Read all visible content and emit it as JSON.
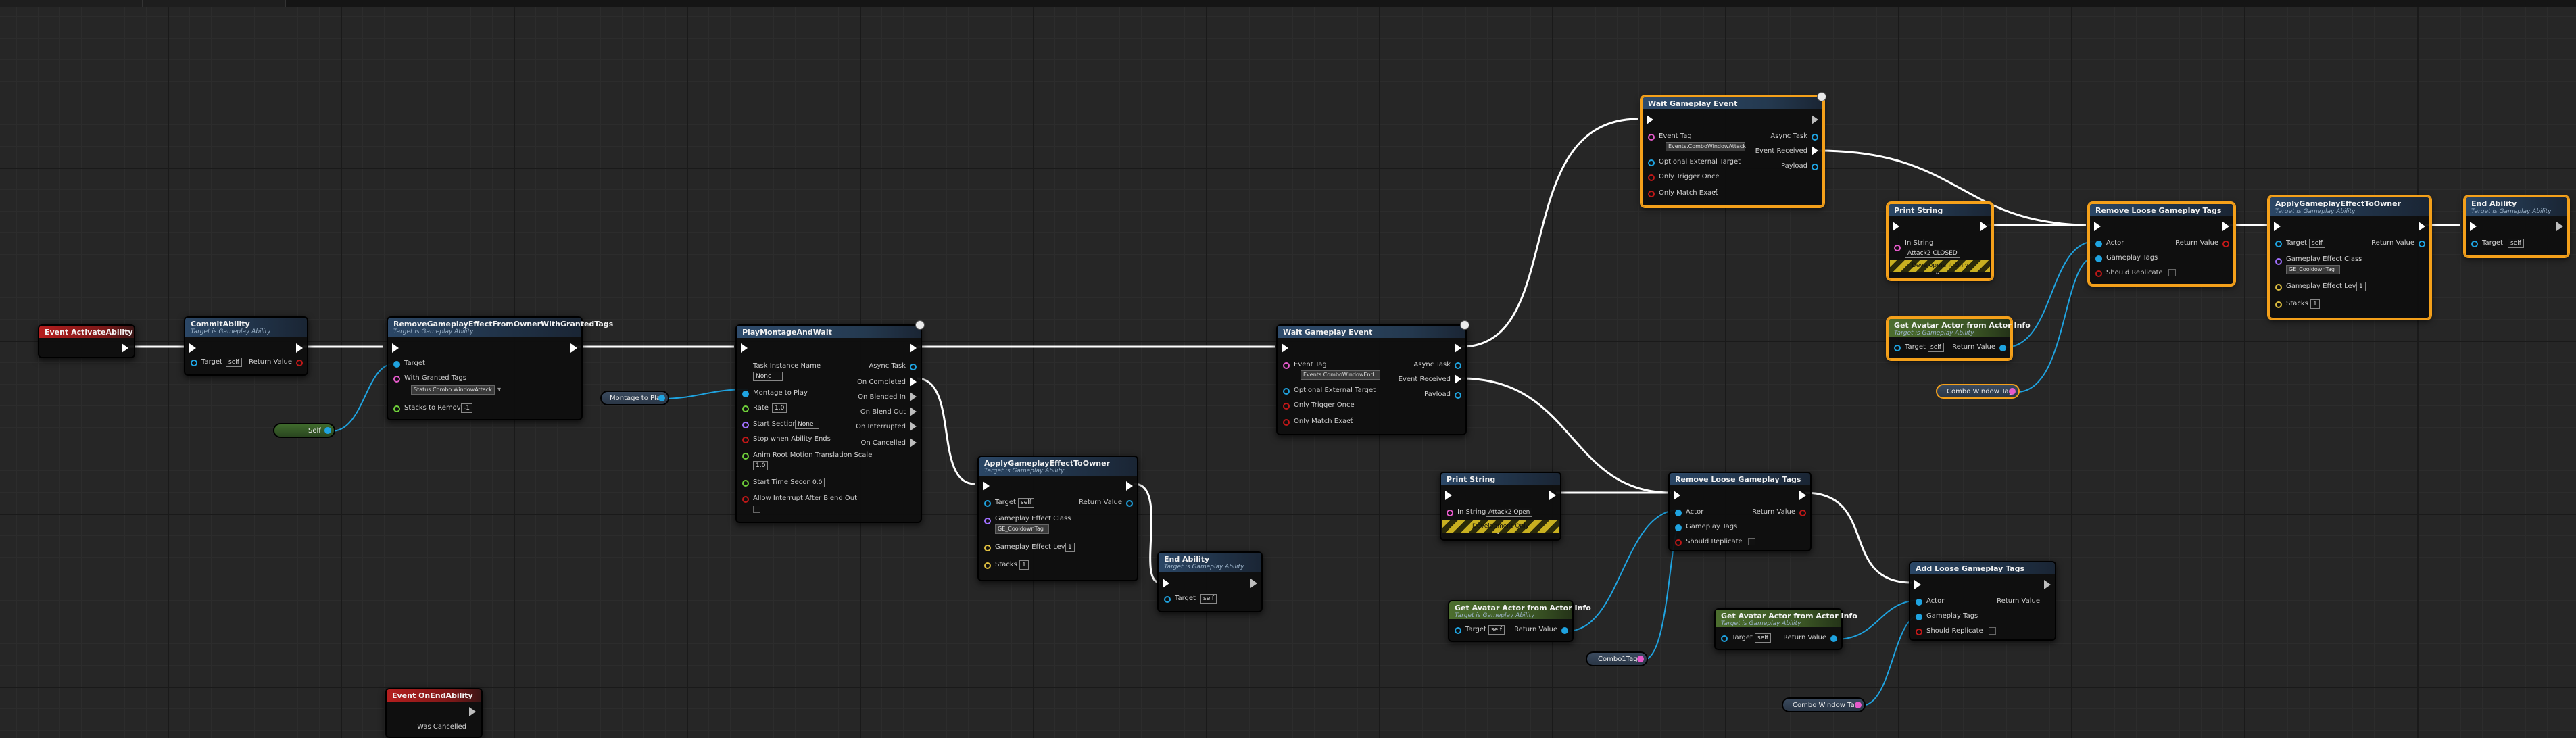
{
  "nodes": {
    "event_activate": {
      "title": "Event ActivateAbility"
    },
    "commit_ability": {
      "title": "CommitAbility",
      "subtitle": "Target is Gameplay Ability",
      "target_label": "Target",
      "target_value": "self",
      "return_label": "Return Value"
    },
    "self_var": {
      "label": "Self"
    },
    "remove_ge": {
      "title": "RemoveGameplayEffectFromOwnerWithGrantedTags",
      "subtitle": "Target is Gameplay Ability",
      "target_label": "Target",
      "with_granted_tags_label": "With Granted Tags",
      "with_granted_tags_value": "Status.Combo.WindowAttack",
      "stacks_label": "Stacks to Remove",
      "stacks_value": "-1"
    },
    "montage_var": {
      "label": "Montage to Play"
    },
    "play_montage": {
      "title": "PlayMontageAndWait",
      "task_instance_label": "Task Instance Name",
      "task_instance_value": "None",
      "async_task": "Async Task",
      "montage_label": "Montage to Play",
      "rate_label": "Rate",
      "rate_value": "1.0",
      "start_section_label": "Start Section",
      "start_section_value": "None",
      "stop_label": "Stop when Ability Ends",
      "anim_root_label": "Anim Root Motion Translation Scale",
      "anim_root_value": "1.0",
      "start_time_label": "Start Time Seconds",
      "start_time_value": "0.0",
      "allow_interrupt_label": "Allow Interrupt After Blend Out",
      "on_completed": "On Completed",
      "on_blended_in": "On Blended In",
      "on_blend_out": "On Blend Out",
      "on_interrupted": "On Interrupted",
      "on_cancelled": "On Cancelled"
    },
    "apply_ge_1": {
      "title": "ApplyGameplayEffectToOwner",
      "subtitle": "Target is Gameplay Ability",
      "target_label": "Target",
      "target_value": "self",
      "ge_class_label": "Gameplay Effect Class",
      "ge_class_value": "GE_CooldownTag",
      "level_label": "Gameplay Effect Level",
      "level_value": "1",
      "stacks_label": "Stacks",
      "stacks_value": "1",
      "return_label": "Return Value"
    },
    "end_ability_1": {
      "title": "End Ability",
      "subtitle": "Target is Gameplay Ability",
      "target_label": "Target",
      "target_value": "self"
    },
    "event_on_end": {
      "title": "Event OnEndAbility",
      "was_cancelled": "Was Cancelled"
    },
    "wait_event_1": {
      "title": "Wait Gameplay Event",
      "event_tag_label": "Event Tag",
      "event_tag_value": "Events.ComboWindowAttack",
      "async_task": "Async Task",
      "optional_label": "Optional External Target",
      "trigger_once_label": "Only Trigger Once",
      "match_exact_label": "Only Match Exact",
      "event_received": "Event Received",
      "payload": "Payload"
    },
    "wait_event_2": {
      "title": "Wait Gameplay Event",
      "event_tag_label": "Event Tag",
      "event_tag_value": "Events.ComboWindowEnd",
      "async_task": "Async Task",
      "optional_label": "Optional External Target",
      "trigger_once_label": "Only Trigger Once",
      "match_exact_label": "Only Match Exact",
      "event_received": "Event Received",
      "payload": "Payload"
    },
    "print_1": {
      "title": "Print String",
      "in_string_label": "In String",
      "in_string_value": "Attack2 Open",
      "dev_only": "Development Only"
    },
    "print_2": {
      "title": "Print String",
      "in_string_label": "In String",
      "in_string_value": "Attack2 CLOSED",
      "dev_only": "Development Only"
    },
    "avatar_1": {
      "title": "Get Avatar Actor from Actor Info",
      "subtitle": "Target is Gameplay Ability",
      "target_label": "Target",
      "target_value": "self",
      "return_label": "Return Value"
    },
    "avatar_2": {
      "title": "Get Avatar Actor from Actor Info",
      "subtitle": "Target is Gameplay Ability",
      "target_label": "Target",
      "target_value": "self",
      "return_label": "Return Value"
    },
    "avatar_3": {
      "title": "Get Avatar Actor from Actor Info",
      "subtitle": "Target is Gameplay Ability",
      "target_label": "Target",
      "target_value": "self",
      "return_label": "Return Value"
    },
    "combo_tag_var_1": {
      "label": "Combo1Tag"
    },
    "combo_tag_var_2": {
      "label": "Combo Window Tag"
    },
    "combo_tag_var_3": {
      "label": "Combo Window Tag"
    },
    "remove_loose_1": {
      "title": "Remove Loose Gameplay Tags",
      "actor_label": "Actor",
      "tags_label": "Gameplay Tags",
      "replicate_label": "Should Replicate",
      "return_label": "Return Value"
    },
    "remove_loose_2": {
      "title": "Remove Loose Gameplay Tags",
      "actor_label": "Actor",
      "tags_label": "Gameplay Tags",
      "replicate_label": "Should Replicate",
      "return_label": "Return Value"
    },
    "add_loose": {
      "title": "Add Loose Gameplay Tags",
      "actor_label": "Actor",
      "tags_label": "Gameplay Tags",
      "replicate_label": "Should Replicate",
      "return_label": "Return Value"
    },
    "apply_ge_2": {
      "title": "ApplyGameplayEffectToOwner",
      "subtitle": "Target is Gameplay Ability",
      "target_label": "Target",
      "target_value": "self",
      "ge_class_label": "Gameplay Effect Class",
      "ge_class_value": "GE_CooldownTag",
      "level_label": "Gameplay Effect Level",
      "level_value": "1",
      "stacks_label": "Stacks",
      "stacks_value": "1",
      "return_label": "Return Value"
    },
    "end_ability_2": {
      "title": "End Ability",
      "subtitle": "Target is Gameplay Ability",
      "target_label": "Target",
      "target_value": "self"
    }
  },
  "colors": {
    "exec_wire": "#ffffff",
    "object_wire": "#1fa3e0",
    "event_header": "#b51e1e",
    "function_header": "#2b4766",
    "pure_header": "#4c6e2e",
    "selection": "#f4a01a"
  }
}
